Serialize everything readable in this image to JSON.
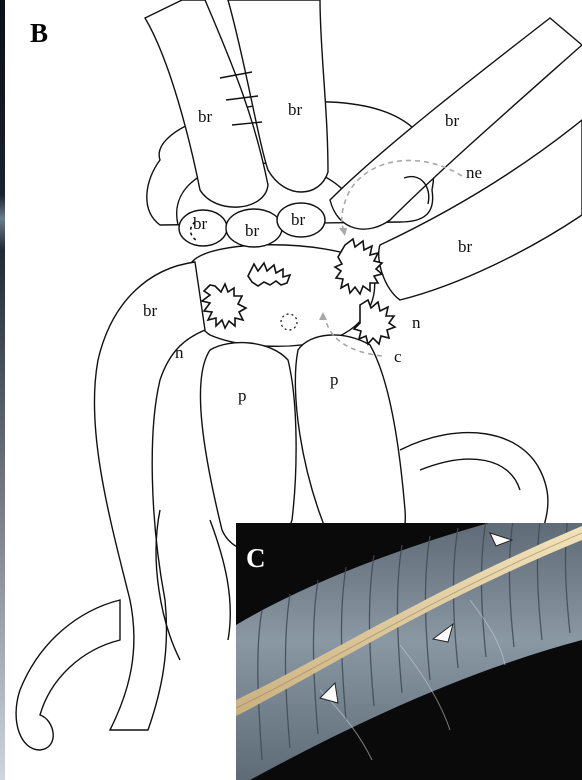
{
  "panel_b": {
    "letter": "B",
    "labels": {
      "br_top_left": "br",
      "br_top_mid": "br",
      "br_top_right": "br",
      "ne": "ne",
      "br_right_lower": "br",
      "br_ring_1": "br",
      "br_ring_2": "br",
      "br_ring_3": "br",
      "br_left": "br",
      "n_left": "n",
      "n_right": "n",
      "c": "c",
      "p_left": "p",
      "p_right": "p"
    }
  },
  "panel_c": {
    "letter": "C",
    "arrowhead_count": 3
  },
  "colors": {
    "line": "#111111",
    "dashed_arrow": "#a8a8a8",
    "photo_background": "#0a0a0a",
    "photo_segments": "#7d8a96",
    "photo_cord": "#e6d2a3"
  }
}
